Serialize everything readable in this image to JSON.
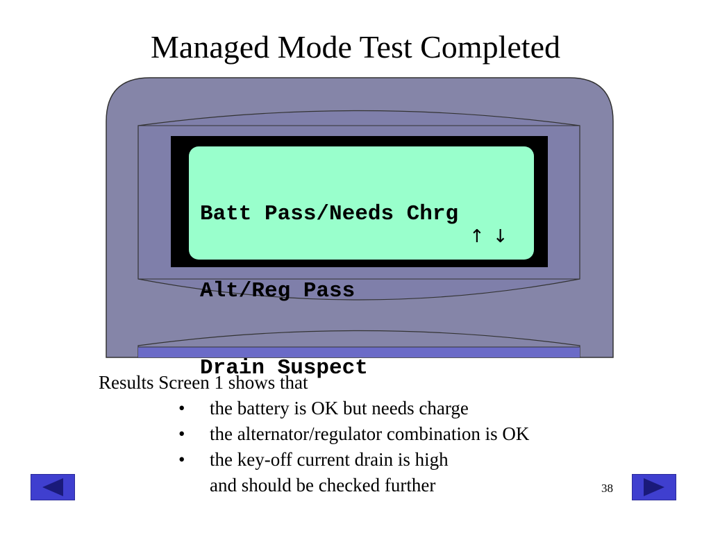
{
  "slide": {
    "title": "Managed Mode Test Completed",
    "page_number": "38"
  },
  "lcd": {
    "lines": [
      "Batt Pass/Needs Chrg",
      "Alt/Reg Pass",
      "Drain Suspect"
    ],
    "arrow_up": "↑",
    "arrow_down": "↓"
  },
  "results": {
    "intro": "Results Screen 1 shows that",
    "bullet_symbol": "•",
    "bullets": [
      "the battery is OK but needs charge",
      "the alternator/regulator combination is OK",
      "the key-off current drain is high"
    ],
    "bullet_3_continuation": "and should be checked further"
  },
  "navigation": {
    "prev_icon": "left-triangle-icon",
    "next_icon": "right-triangle-icon"
  },
  "colors": {
    "device_body": "#8585a8",
    "device_outline": "#333333",
    "bezel": "#7f7faa",
    "lcd_frame": "#000000",
    "lcd_screen": "#99ffcc",
    "keypad_panel": "#6b6bc7",
    "nav_button": "#3f3fcf",
    "nav_arrow": "#1a1a7a"
  }
}
